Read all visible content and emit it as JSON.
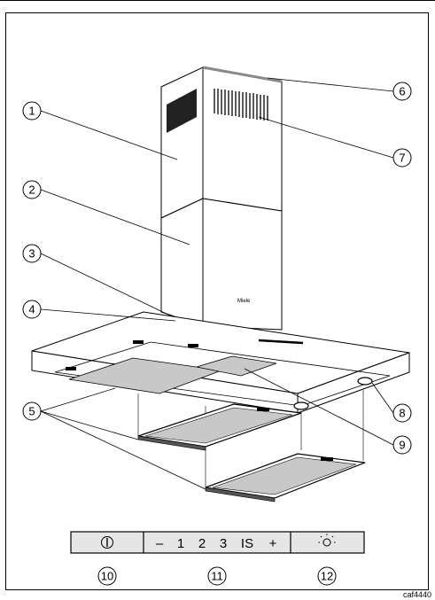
{
  "callouts": {
    "c1": "1",
    "c2": "2",
    "c3": "3",
    "c4": "4",
    "c5": "5",
    "c6": "6",
    "c7": "7",
    "c8": "8",
    "c9": "9",
    "c10": "10",
    "c11": "11",
    "c12": "12"
  },
  "brand_label": "Miele",
  "control_panel": {
    "power_symbol": "I",
    "minus": "–",
    "level_1": "1",
    "level_2": "2",
    "level_3": "3",
    "intensive": "IS",
    "plus": "+",
    "light_symbol": "☼"
  },
  "reference_code": "caf4440",
  "colors": {
    "ink": "#000000",
    "filter_grey": "#c8c8c8",
    "panel_grey": "#e6e6e6"
  }
}
